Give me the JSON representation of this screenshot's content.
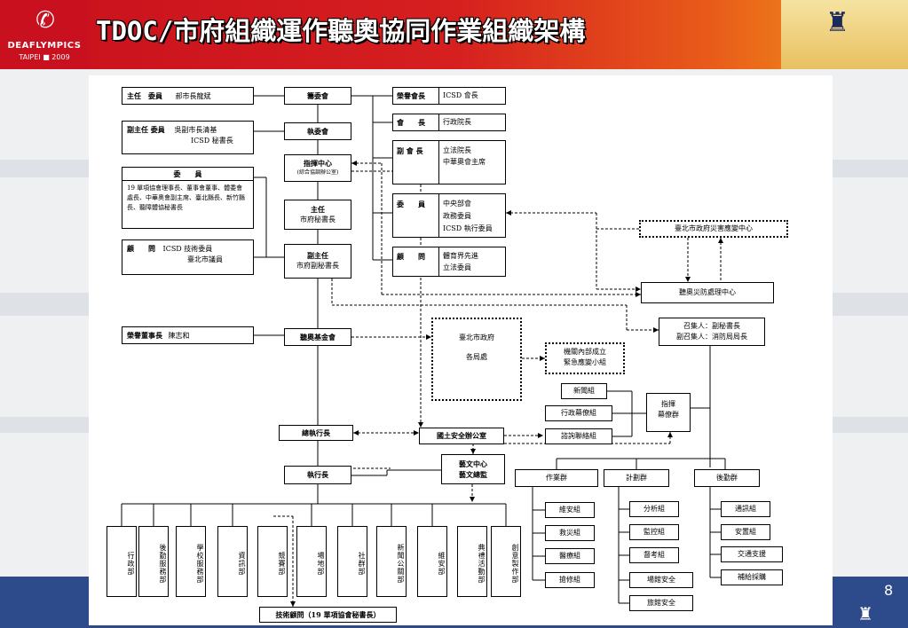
{
  "header": {
    "title": "TDOC/市府組織運作聽奧協同作業組織架構",
    "logo_text": "DEAFLYMPICS",
    "logo_sub": "TAIPEI ■ 2009",
    "logo_icon": "deaflympics-emblem-icon",
    "skyline_icon": "taipei-skyline-icon"
  },
  "page_number": "8",
  "left": {
    "chair": {
      "role": "主任　委員",
      "name": "郝市長龍斌"
    },
    "vice": {
      "role": "副主任 委員",
      "line1": "吳副市長清基",
      "line2": "ICSD 秘書長"
    },
    "members_title": "委　　員",
    "members_desc": "19 單項協會理事長、董事會董事、體委會處長、中華奧會副主席、臺北縣長、新竹縣長、聽障體協秘書長",
    "advisor": {
      "role": "顧　　問",
      "line1": "ICSD 技術委員",
      "line2": "臺北市議員"
    },
    "foundation_chair": {
      "role": "榮譽董事長",
      "name": "陳志和"
    }
  },
  "middle": {
    "organizing": "籌委會",
    "executive": "執委會",
    "command_center": "指揮中心",
    "command_sub": "(綜合協調辦公室)",
    "director_title": "主任",
    "director_name": "市府秘書長",
    "vice_director_title": "副主任",
    "vice_director_name": "市府副秘書長",
    "foundation": "聽奧基金會",
    "ceo_general": "總執行長",
    "ceo": "執行長",
    "homeland_office": "國土安全辦公室",
    "arts_center": "藝文中心",
    "arts_director": "藝文總監",
    "tech_advisor": "技術顧問（19 單項協會秘書長）"
  },
  "right_committee": {
    "honorary": {
      "role": "榮譽會長",
      "name": "ICSD 會長"
    },
    "president": {
      "role": "會　　長",
      "name": "行政院長"
    },
    "vice_president": {
      "role": "副 會 長",
      "line1": "立法院長",
      "line2": "中華奧會主席"
    },
    "members": {
      "role": "委　　員",
      "line1": "中央部會",
      "line2": "政務委員",
      "line3": "ICSD 執行委員"
    },
    "advisors": {
      "role": "顧　　問",
      "line1": "體育界先進",
      "line2": "立法委員"
    }
  },
  "disaster": {
    "city_center": "臺北市政府災害應變中心",
    "deaf_center": "聽奧災防處理中心",
    "convener1": "召集人：副秘書長",
    "convener2": "副召集人：消防局局長",
    "city_depts_l1": "臺北市政府",
    "city_depts_l2": "各局處",
    "internal_team_l1": "機關內部成立",
    "internal_team_l2": "緊急應變小組",
    "news": "新聞組",
    "admin_staff": "行政幕僚組",
    "consult": "諮詢聯絡組",
    "command_staff_l1": "指揮",
    "command_staff_l2": "幕僚群"
  },
  "groups": {
    "ops": {
      "title": "作業群",
      "items": [
        "維安組",
        "救災組",
        "醫療組",
        "搶修組"
      ]
    },
    "plan": {
      "title": "計劃群",
      "items": [
        "分析組",
        "監控組",
        "督考組",
        "場館安全",
        "旅館安全"
      ]
    },
    "logistics": {
      "title": "後勤群",
      "items": [
        "通訊組",
        "安置組",
        "交通支援",
        "補給採購"
      ]
    }
  },
  "departments": [
    "行政部",
    "後勤服務部",
    "學校服務部",
    "資訊部",
    "競賽部",
    "場地部",
    "社群部",
    "新聞公關部",
    "維安部",
    "典禮活動部",
    "創意製作部"
  ]
}
